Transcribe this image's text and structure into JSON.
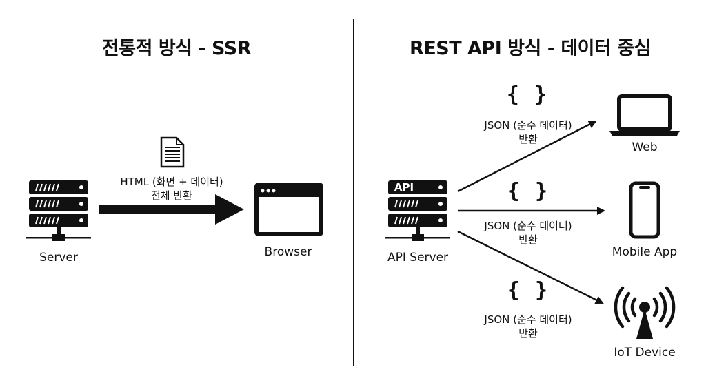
{
  "left": {
    "title": "전통적 방식 - SSR",
    "server_label": "Server",
    "browser_label": "Browser",
    "caption_line1": "HTML (화면 + 데이터)",
    "caption_line2": "전체 반환"
  },
  "right": {
    "title": "REST API 방식 - 데이터 중심",
    "server_badge": "API",
    "server_label": "API Server",
    "json_symbol": "{ }",
    "caption_line1": "JSON (순수 데이터)",
    "caption_line2": "반환",
    "clients": [
      {
        "label": "Web",
        "icon": "laptop-icon"
      },
      {
        "label": "Mobile App",
        "icon": "smartphone-icon"
      },
      {
        "label": "IoT Device",
        "icon": "broadcast-tower-icon"
      }
    ]
  },
  "colors": {
    "ink": "#111111",
    "background": "#ffffff"
  }
}
